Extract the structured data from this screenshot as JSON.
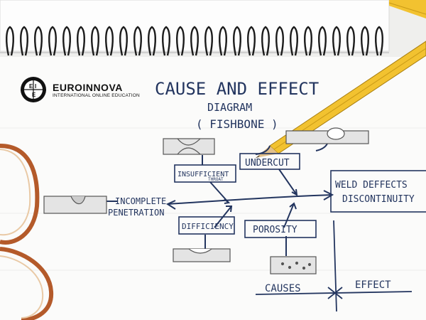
{
  "brand": {
    "name": "EUROINNOVA",
    "tagline": "INTERNATIONAL ONLINE EDUCATION",
    "logo_letters": [
      "E",
      "I",
      "E"
    ]
  },
  "diagram": {
    "title_line1": "CAUSE AND EFFECT",
    "title_line2": "DIAGRAM",
    "title_line3": "( FISHBONE )",
    "causes": {
      "incomplete_line1": "INCOMPLETE",
      "incomplete_line2": "PENETRATION",
      "insufficient_line1": "INSUFFICIENT",
      "insufficient_line2": "THROAT",
      "undercut": "UNDERCUT",
      "deficiency": "DIFFICIENCY",
      "porosity": "POROSITY"
    },
    "effect_line1": "WELD DEFFECTS",
    "effect_line2": "DISCONTINUITY",
    "legend_causes": "CAUSES",
    "legend_effect": "EFFECT"
  },
  "colors": {
    "ink": "#23355f",
    "paper": "#fbfbfa",
    "pencil_yellow": "#f2c230",
    "glasses_frame": "#b45a2a"
  }
}
